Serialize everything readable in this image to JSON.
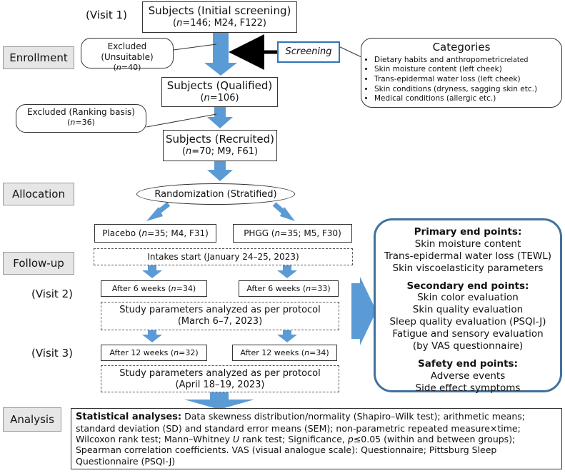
{
  "visits": {
    "v1": "(Visit 1)",
    "v2": "(Visit 2)",
    "v3": "(Visit 3)"
  },
  "side_labels": {
    "enrollment": "Enrollment",
    "allocation": "Allocation",
    "followup": "Follow-up",
    "analysis": "Analysis"
  },
  "initial": {
    "title": "Subjects (Initial screening)",
    "n": "n",
    "detail": "=146; M24, F122)"
  },
  "excluded1": {
    "label": "Excluded (Unsuitable)",
    "n": "n",
    "detail": "=40)"
  },
  "screening": "Screening",
  "categories": {
    "title": "Categories",
    "items": [
      "Dietary habits and anthropometric",
      "Skin moisture content (left cheek)",
      "Trans-epidermal water loss (left cheek)",
      "Skin conditions (dryness, sagging skin etc.)",
      "Medical conditions (allergic etc.)"
    ],
    "item0_suffix": "related"
  },
  "qualified": {
    "title": "Subjects (Qualified)",
    "n": "n",
    "detail": "=106)"
  },
  "excluded2": {
    "label": "Excluded (Ranking basis)",
    "n": "n",
    "detail": "=36)"
  },
  "recruited": {
    "title": "Subjects (Recruited)",
    "n": "n",
    "detail": "=70; M9, F61)"
  },
  "randomization": "Randomization (Stratified)",
  "placebo": {
    "label": "Placebo (",
    "n": "n",
    "detail": "=35; M4, F31)"
  },
  "phgg": {
    "label": "PHGG (",
    "n": "n",
    "detail": "=35; M5, F30)"
  },
  "intakes": "Intakes start (January 24–25, 2023)",
  "p6": {
    "label": "After 6 weeks (",
    "n": "n",
    "detail": "=34)"
  },
  "g6": {
    "label": "After 6 weeks (",
    "n": "n",
    "detail": "=33)"
  },
  "study1": {
    "line1": "Study parameters analyzed as per protocol",
    "line2": "(March 6–7, 2023)"
  },
  "p12": {
    "label": "After 12 weeks (",
    "n": "n",
    "detail": "=32)"
  },
  "g12": {
    "label": "After 12 weeks (",
    "n": "n",
    "detail": "=34)"
  },
  "study2": {
    "line1": "Study parameters analyzed as per protocol",
    "line2": "(April 18–19, 2023)"
  },
  "endpoints": {
    "primary": {
      "heading": "Primary end points:",
      "items": [
        "Skin moisture content",
        "Trans-epidermal water loss (TEWL)",
        "Skin viscoelasticity parameters"
      ]
    },
    "secondary": {
      "heading": "Secondary end points:",
      "items": [
        "Skin color evaluation",
        "Skin quality evaluation",
        "Sleep quality evaluation (PSQI-J)",
        "Fatigue and sensory evaluation",
        "(by VAS questionnaire)"
      ]
    },
    "safety": {
      "heading": "Safety end points:",
      "items": [
        "Adverse events",
        "Side effect symptoms"
      ]
    }
  },
  "stats": {
    "heading": "Statistical analyses:",
    "p1": " Data skewness distribution/normality (Shapiro–Wilk test); arithmetic means; standard deviation (SD) and standard error means (SEM); non-parametric repeated measure×time; Wilcoxon rank test; Mann–Whitney ",
    "u": "U",
    "p2": " rank test; Significance, ",
    "p": "p",
    "p3": "≤0.05 (within and between groups); Spearman correlation coefficients. VAS (visual analogue scale): Questionnaire; Pittsburg Sleep Questionnaire (PSQI-J)"
  },
  "colors": {
    "arrow": "#5b9bd5",
    "screening_border": "#2e75b6",
    "endpoint_border": "#41719c",
    "side_bg": "#e6e6e6"
  }
}
